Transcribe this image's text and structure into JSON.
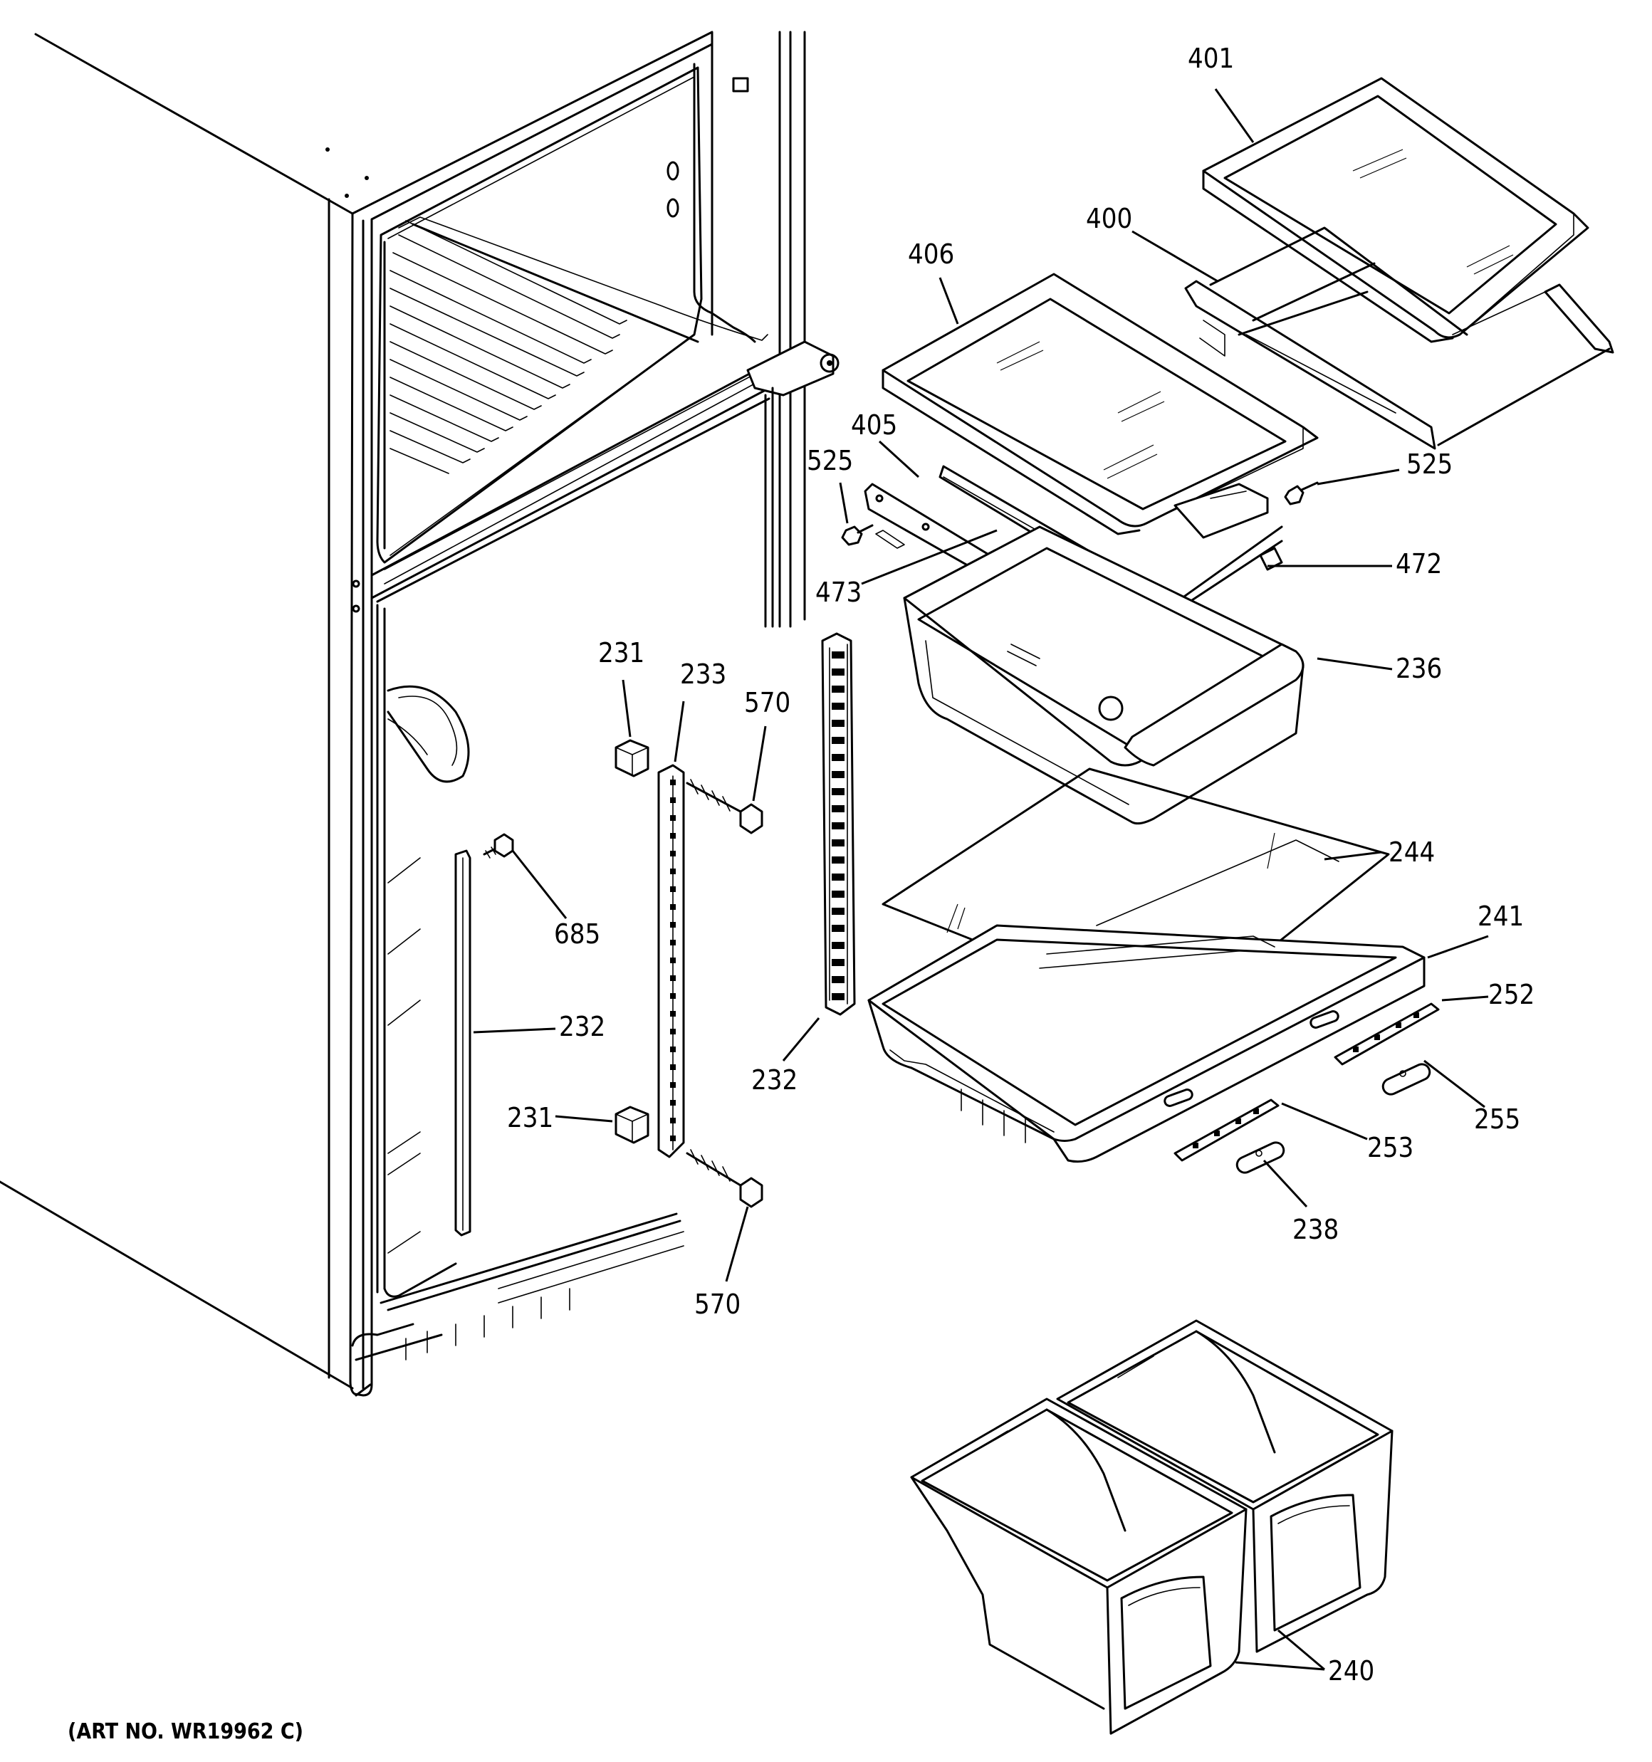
{
  "diagram": {
    "type": "exploded-parts-diagram",
    "art_number": "(ART NO. WR19962 C)",
    "callouts": [
      {
        "id": "c401",
        "text": "401"
      },
      {
        "id": "c400",
        "text": "400"
      },
      {
        "id": "c406",
        "text": "406"
      },
      {
        "id": "c405",
        "text": "405"
      },
      {
        "id": "c525a",
        "text": "525"
      },
      {
        "id": "c525b",
        "text": "525"
      },
      {
        "id": "c473",
        "text": "473"
      },
      {
        "id": "c472",
        "text": "472"
      },
      {
        "id": "c236",
        "text": "236"
      },
      {
        "id": "c231a",
        "text": "231"
      },
      {
        "id": "c233",
        "text": "233"
      },
      {
        "id": "c570a",
        "text": "570"
      },
      {
        "id": "c244",
        "text": "244"
      },
      {
        "id": "c241",
        "text": "241"
      },
      {
        "id": "c252",
        "text": "252"
      },
      {
        "id": "c685",
        "text": "685"
      },
      {
        "id": "c232a",
        "text": "232"
      },
      {
        "id": "c232b",
        "text": "232"
      },
      {
        "id": "c231b",
        "text": "231"
      },
      {
        "id": "c255",
        "text": "255"
      },
      {
        "id": "c253",
        "text": "253"
      },
      {
        "id": "c238",
        "text": "238"
      },
      {
        "id": "c570b",
        "text": "570"
      },
      {
        "id": "c240",
        "text": "240"
      }
    ]
  }
}
